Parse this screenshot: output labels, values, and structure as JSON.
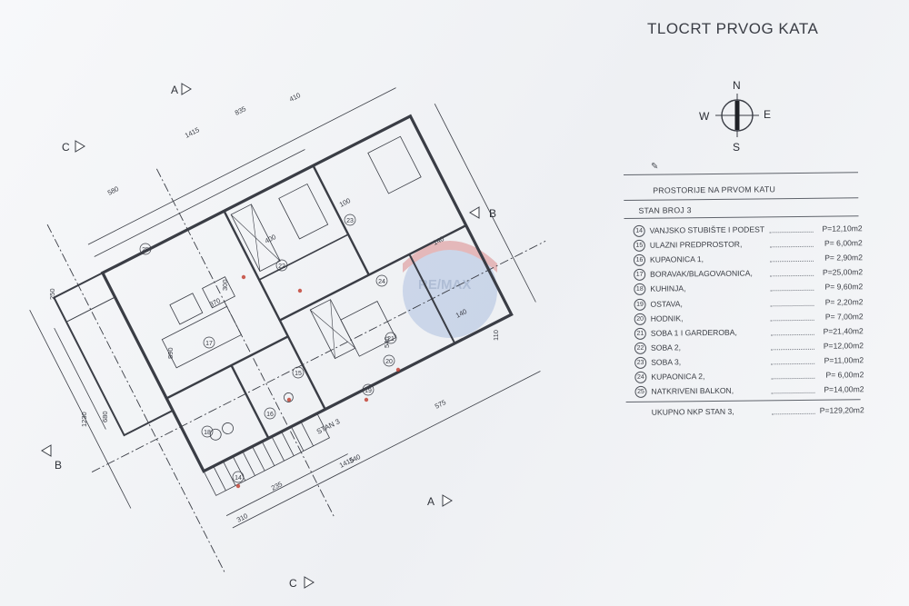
{
  "title": "TLOCRT PRVOG KATA",
  "compass": {
    "north": "N",
    "south": "S",
    "east": "E",
    "west": "W"
  },
  "legend": {
    "heading": "PROSTORIJE NA PRVOM KATU",
    "unit": "STAN BROJ 3",
    "rooms": [
      {
        "num": "14",
        "name": "VANJSKO STUBIŠTE I PODEST",
        "area": "P=12,10m2"
      },
      {
        "num": "15",
        "name": "ULAZNI PREDPROSTOR,",
        "area": "P=  6,00m2"
      },
      {
        "num": "16",
        "name": "KUPAONICA 1,",
        "area": "P=  2,90m2"
      },
      {
        "num": "17",
        "name": "BORAVAK/BLAGOVAONICA,",
        "area": "P=25,00m2"
      },
      {
        "num": "18",
        "name": "KUHINJA,",
        "area": "P=  9,60m2"
      },
      {
        "num": "19",
        "name": "OSTAVA,",
        "area": "P=  2,20m2"
      },
      {
        "num": "20",
        "name": "HODNIK,",
        "area": "P=  7,00m2"
      },
      {
        "num": "21",
        "name": "SOBA 1 I GARDEROBA,",
        "area": "P=21,40m2"
      },
      {
        "num": "22",
        "name": "SOBA 2,",
        "area": "P=12,00m2"
      },
      {
        "num": "23",
        "name": "SOBA 3,",
        "area": "P=11,00m2"
      },
      {
        "num": "24",
        "name": "KUPAONICA 2,",
        "area": "P=  6,00m2"
      },
      {
        "num": "25",
        "name": "NATKRIVENI BALKON,",
        "area": "P=14,00m2"
      }
    ],
    "total": {
      "name": "UKUPNO NKP STAN 3,",
      "area": "P=129,20m2"
    }
  },
  "plan": {
    "section_labels": [
      "A",
      "A",
      "B",
      "B",
      "C",
      "C"
    ],
    "unit_label": "STAN 3",
    "room_numbers": [
      "25",
      "22",
      "23",
      "24",
      "17",
      "15",
      "21",
      "16",
      "18",
      "14",
      "20",
      "19"
    ],
    "dimensions": [
      "1415",
      "835",
      "410",
      "580",
      "370",
      "250",
      "1230",
      "680",
      "575",
      "235",
      "1415",
      "310",
      "540",
      "400",
      "300",
      "110",
      "140",
      "100",
      "140",
      "890",
      "540"
    ],
    "watermark": "RE/MAX"
  },
  "colors": {
    "ink": "#3a3d45",
    "accent_red": "#c0392b",
    "watermark_blue": "#5a78b0"
  }
}
